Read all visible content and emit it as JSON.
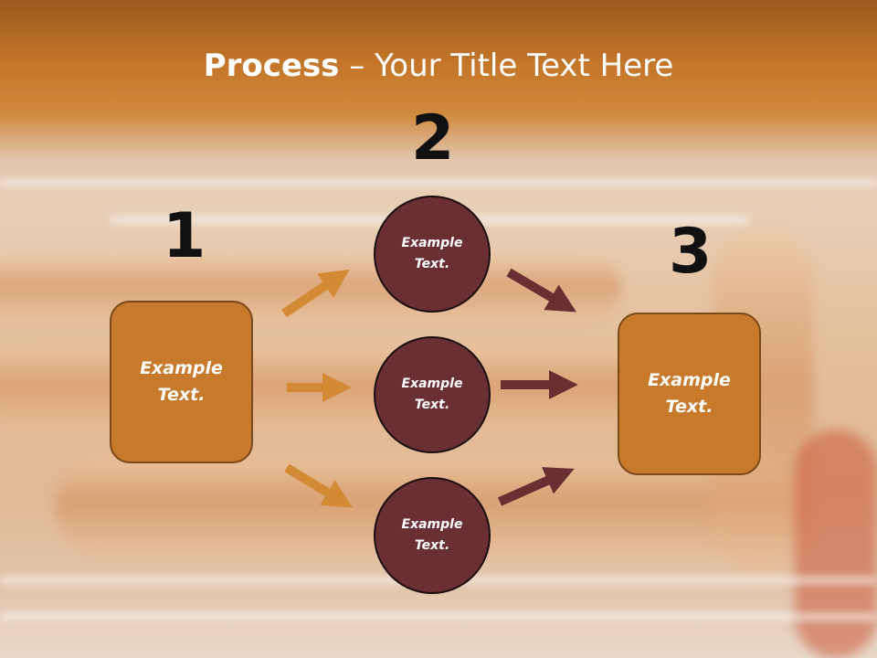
{
  "title": {
    "bold": "Process",
    "rest": " – Your Title Text Here"
  },
  "steps": [
    {
      "number": "1",
      "text": [
        "Example",
        "Text."
      ]
    },
    {
      "number": "2"
    },
    {
      "number": "3",
      "text": [
        "Example",
        "Text."
      ]
    }
  ],
  "middle_items": [
    {
      "text": [
        "Example",
        "Text."
      ]
    },
    {
      "text": [
        "Example",
        "Text."
      ]
    },
    {
      "text": [
        "Example",
        "Text."
      ]
    }
  ],
  "colors": {
    "box_fill": "#c77a2c",
    "circle_fill": "#6a2f33",
    "arrow_orange": "#d28a35",
    "arrow_maroon": "#6a2f33"
  }
}
